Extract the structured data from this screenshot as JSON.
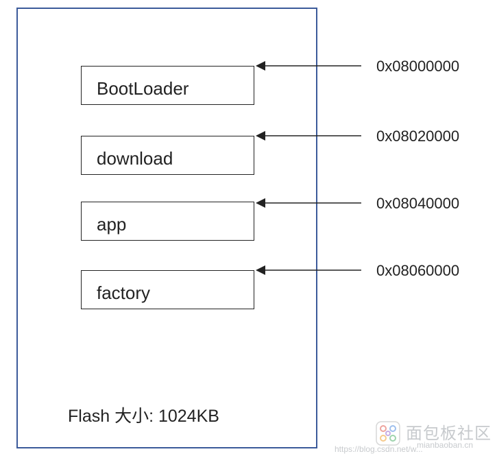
{
  "regions": [
    {
      "label": "BootLoader",
      "address": "0x08000000"
    },
    {
      "label": "download",
      "address": "0x08020000"
    },
    {
      "label": "app",
      "address": "0x08040000"
    },
    {
      "label": "factory",
      "address": "0x08060000"
    }
  ],
  "flash": {
    "size_label": "Flash 大小:  1024KB"
  },
  "watermark": {
    "site_cn": "面包板社区",
    "site_en": "mianbaoban.cn",
    "url": "https://blog.csdn.net/w..."
  },
  "colors": {
    "outline": "#3b5a9a",
    "line": "#222222"
  }
}
